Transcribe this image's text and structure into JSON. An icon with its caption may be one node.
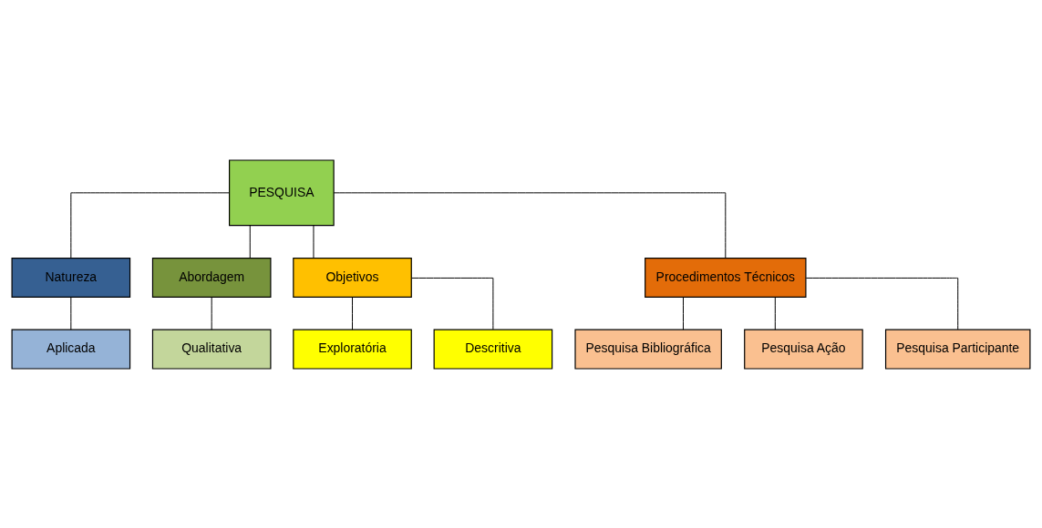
{
  "diagram": {
    "nodes": [
      {
        "text": [
          "PESQUISA"
        ]
      },
      {
        "text": [
          "Natureza"
        ]
      },
      {
        "text": [
          "Abordagem"
        ]
      },
      {
        "text": [
          "Objetivos"
        ]
      },
      {
        "text": [
          "Procedimentos Técnicos"
        ]
      },
      {
        "text": [
          "Aplicada"
        ]
      },
      {
        "text": [
          "Qualitativa"
        ]
      },
      {
        "text": [
          "Exploratória"
        ]
      },
      {
        "text": [
          "Descritiva"
        ]
      },
      {
        "text": [
          "Pesquisa Bibliográfica"
        ]
      },
      {
        "text": [
          "Pesquisa Ação"
        ]
      },
      {
        "text": [
          "Pesquisa Participante"
        ]
      }
    ],
    "edges": [
      {
        "from": 0,
        "to": 1,
        "arrow": "none"
      },
      {
        "from": 0,
        "to": 2,
        "arrow": "none"
      },
      {
        "from": 0,
        "to": 3,
        "arrow": "none"
      },
      {
        "from": 0,
        "to": 4,
        "arrow": "none"
      },
      {
        "from": 1,
        "to": 5,
        "arrow": "none"
      },
      {
        "from": 2,
        "to": 6,
        "arrow": "none"
      },
      {
        "from": 3,
        "to": 7,
        "arrow": "none"
      },
      {
        "from": 3,
        "to": 8,
        "arrow": "none"
      },
      {
        "from": 4,
        "to": 9,
        "arrow": "none"
      },
      {
        "from": 4,
        "to": 10,
        "arrow": "none"
      },
      {
        "from": 4,
        "to": 11,
        "arrow": "none"
      }
    ]
  }
}
